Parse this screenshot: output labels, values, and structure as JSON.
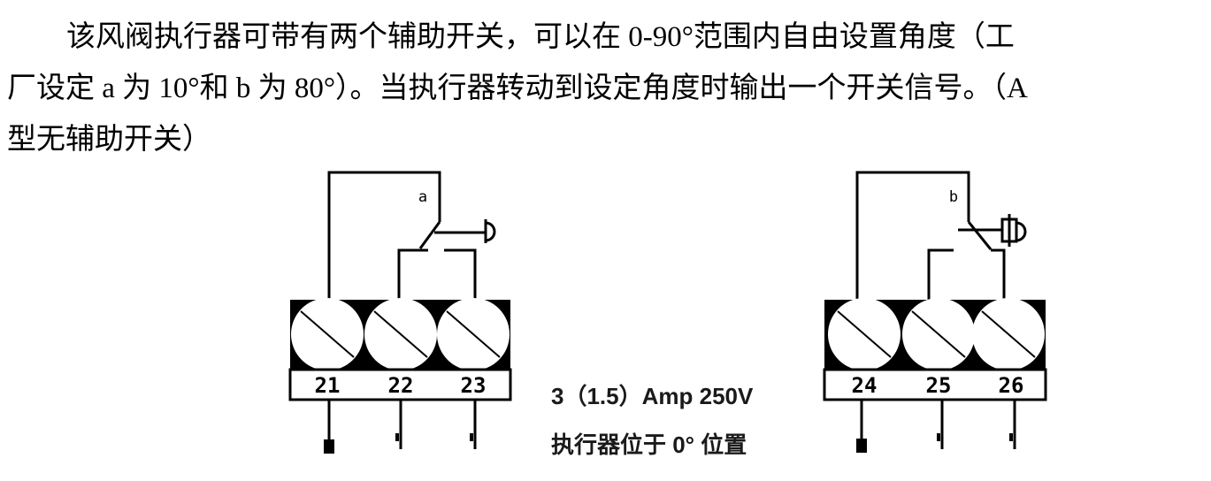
{
  "paragraph": {
    "lines": [
      "该风阀执行器可带有两个辅助开关，可以在 0-90°范围内自由设置角度（工",
      "厂设定 a 为 10°和 b 为 80°）。当执行器转动到设定角度时输出一个开关信号。（A",
      "型无辅助开关）"
    ]
  },
  "caption": {
    "rating": "3（1.5）Amp 250V",
    "position": "执行器位于 0° 位置"
  },
  "diagrams": {
    "left": {
      "switch_label": "a",
      "terminals": [
        "21",
        "22",
        "23"
      ]
    },
    "right": {
      "switch_label": "b",
      "terminals": [
        "24",
        "25",
        "26"
      ]
    }
  },
  "colors": {
    "ink": "#000000",
    "background": "#ffffff",
    "caption_text": "#1a1a1a"
  }
}
